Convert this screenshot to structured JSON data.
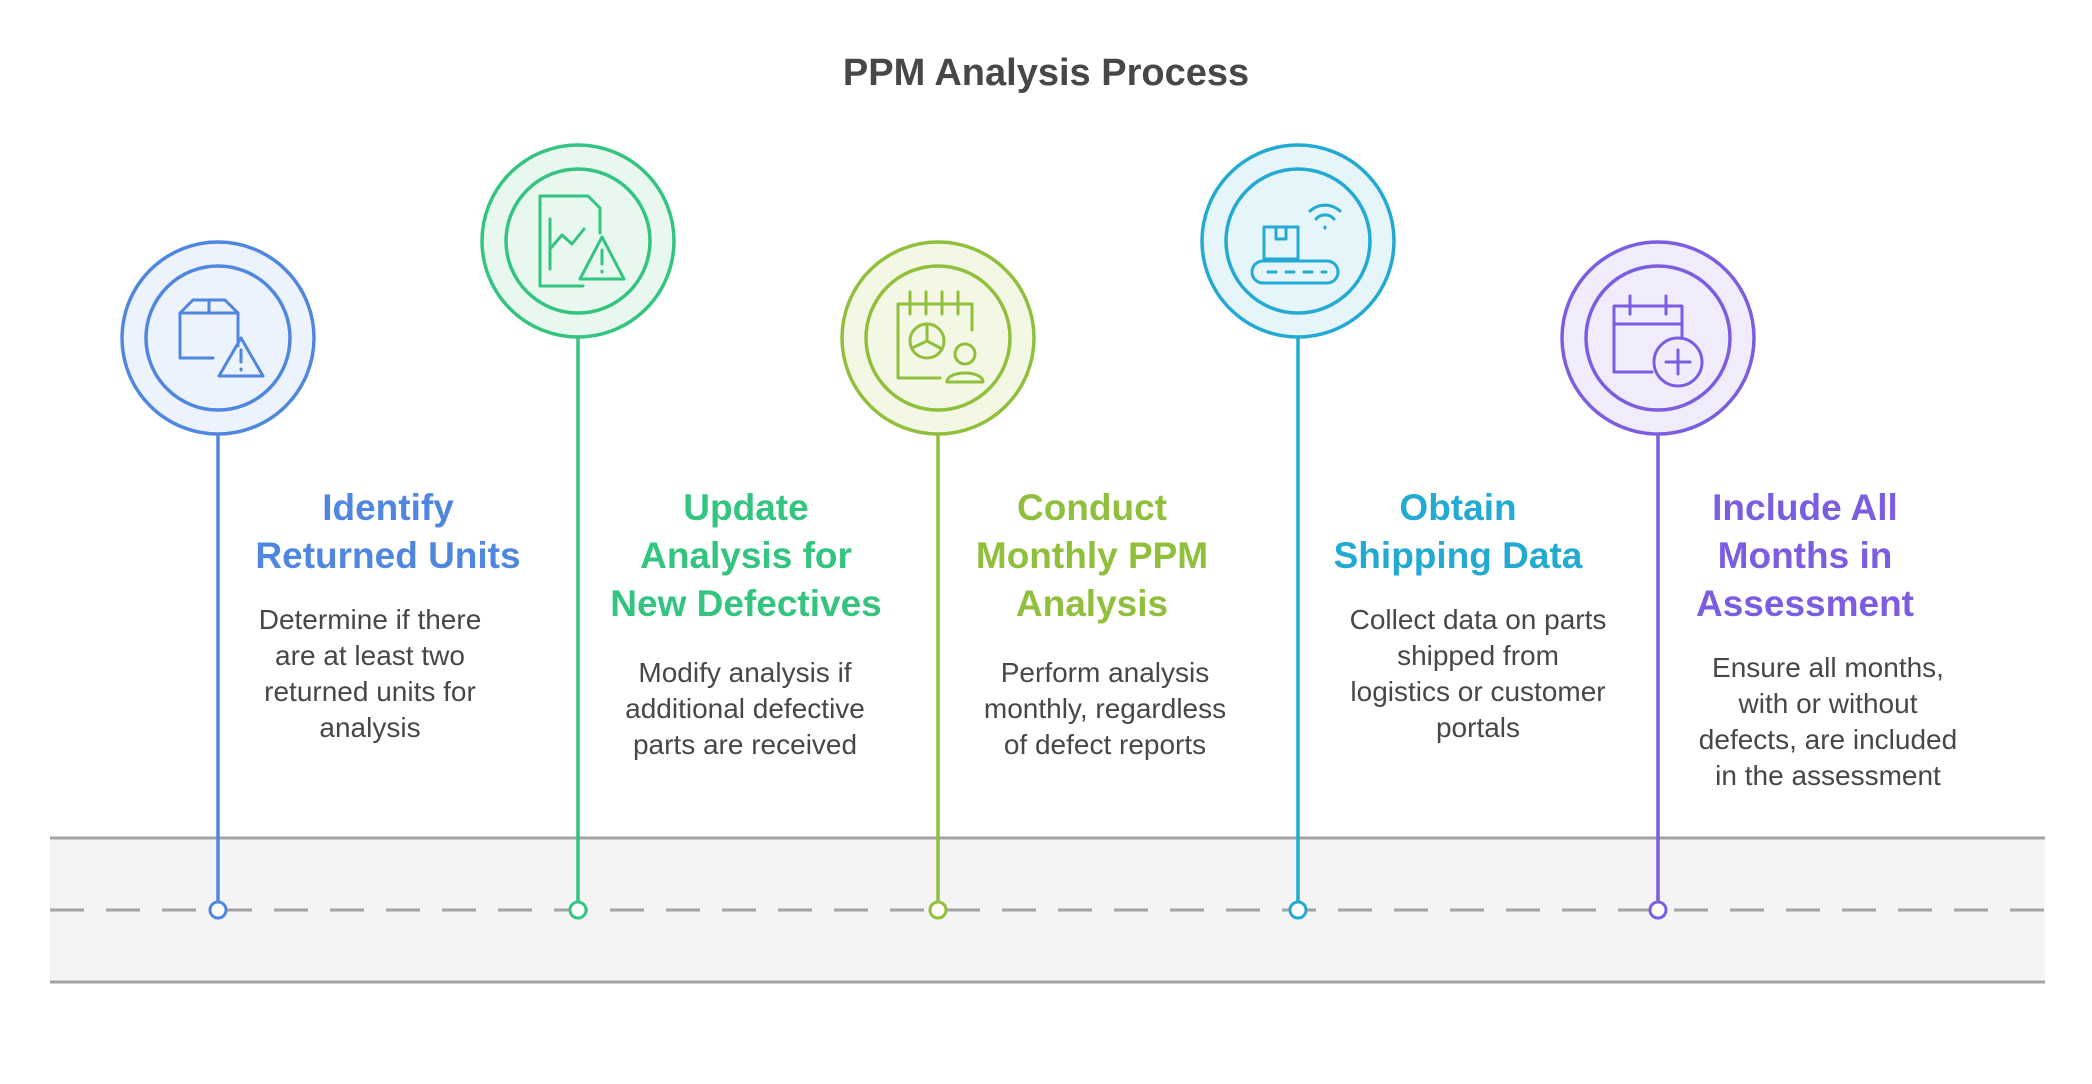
{
  "title": "PPM Analysis Process",
  "steps": [
    {
      "title_lines": [
        "Identify",
        "Returned Units"
      ],
      "desc_lines": [
        "Determine if there",
        "are at least two",
        "returned units for",
        "analysis"
      ],
      "color": "#4f87e0",
      "fill": "#edf3fd",
      "icon": "box-warning-icon"
    },
    {
      "title_lines": [
        "Update",
        "Analysis for",
        "New Defectives"
      ],
      "desc_lines": [
        "Modify analysis if",
        "additional defective",
        "parts are received"
      ],
      "color": "#33c47f",
      "fill": "#e9f8ef",
      "icon": "chart-warning-icon"
    },
    {
      "title_lines": [
        "Conduct",
        "Monthly PPM",
        "Analysis"
      ],
      "desc_lines": [
        "Perform analysis",
        "monthly, regardless",
        "of defect reports"
      ],
      "color": "#90bf3c",
      "fill": "#f2f8e4",
      "icon": "calendar-chart-user-icon"
    },
    {
      "title_lines": [
        "Obtain",
        "Shipping Data"
      ],
      "desc_lines": [
        "Collect data on parts",
        "shipped from",
        "logistics or customer",
        "portals"
      ],
      "color": "#22aad3",
      "fill": "#e5f5fa",
      "icon": "conveyor-wifi-icon"
    },
    {
      "title_lines": [
        "Include All",
        "Months in",
        "Assessment"
      ],
      "desc_lines": [
        "Ensure all months,",
        "with or without",
        "defects, are included",
        "in the assessment"
      ],
      "color": "#7c5ce0",
      "fill": "#f0ecfb",
      "icon": "calendar-plus-icon"
    }
  ]
}
